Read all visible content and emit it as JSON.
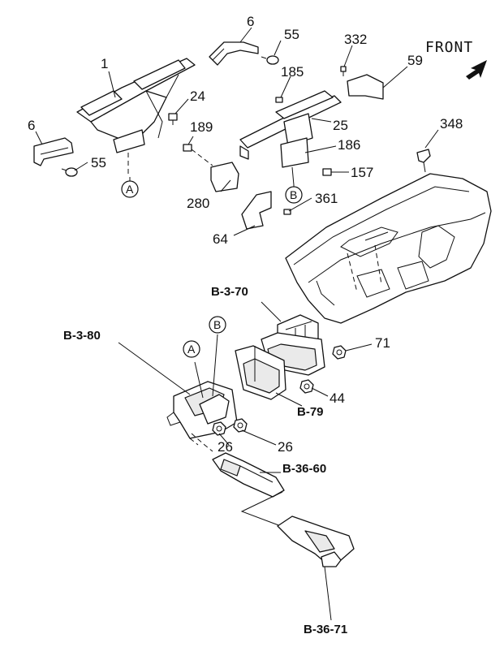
{
  "front_label": "FRONT",
  "parts": {
    "p1": "1",
    "p6a": "6",
    "p6b": "6",
    "p55a": "55",
    "p55b": "55",
    "p24": "24",
    "p189": "189",
    "p280": "280",
    "p332": "332",
    "p59": "59",
    "p185": "185",
    "p25": "25",
    "p186": "186",
    "p157": "157",
    "p361": "361",
    "p64": "64",
    "p348": "348",
    "p71": "71",
    "p44": "44",
    "p26a": "26",
    "p26b": "26"
  },
  "refs": {
    "a1": "A",
    "b1": "B",
    "a2": "A",
    "b2": "B"
  },
  "assemblies": {
    "b370": "B-3-70",
    "b380": "B-3-80",
    "b79": "B-79",
    "b3660": "B-36-60",
    "b3671": "B-36-71"
  }
}
